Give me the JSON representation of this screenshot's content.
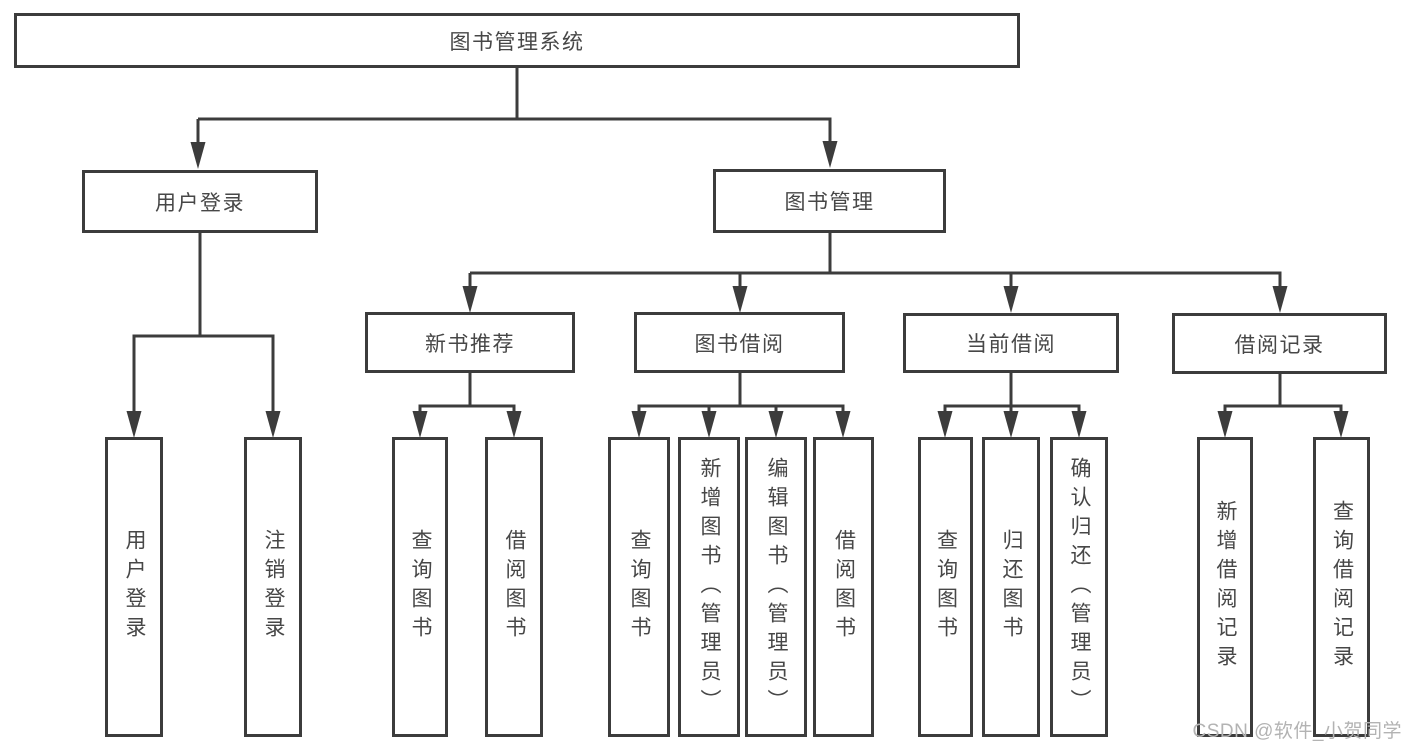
{
  "diagram": {
    "type": "hierarchy-tree",
    "tree": {
      "root": {
        "label": "图书管理系统",
        "children": [
          {
            "label": "用户登录",
            "children": [
              {
                "label": "用户登录"
              },
              {
                "label": "注销登录"
              }
            ]
          },
          {
            "label": "图书管理",
            "children": [
              {
                "label": "新书推荐",
                "children": [
                  {
                    "label": "查询图书"
                  },
                  {
                    "label": "借阅图书"
                  }
                ]
              },
              {
                "label": "图书借阅",
                "children": [
                  {
                    "label": "查询图书"
                  },
                  {
                    "label": "新增图书（管理员）"
                  },
                  {
                    "label": "编辑图书（管理员）"
                  },
                  {
                    "label": "借阅图书"
                  }
                ]
              },
              {
                "label": "当前借阅",
                "children": [
                  {
                    "label": "查询图书"
                  },
                  {
                    "label": "归还图书"
                  },
                  {
                    "label": "确认归还（管理员）"
                  }
                ]
              },
              {
                "label": "借阅记录",
                "children": [
                  {
                    "label": "新增借阅记录"
                  },
                  {
                    "label": "查询借阅记录"
                  }
                ]
              }
            ]
          }
        ]
      }
    }
  },
  "watermark": {
    "text": "CSDN @软件_小贺同学"
  },
  "colors": {
    "line": "#3c3c3c",
    "text": "#474747",
    "watermark": "#b3b3b3",
    "background": "#ffffff"
  }
}
